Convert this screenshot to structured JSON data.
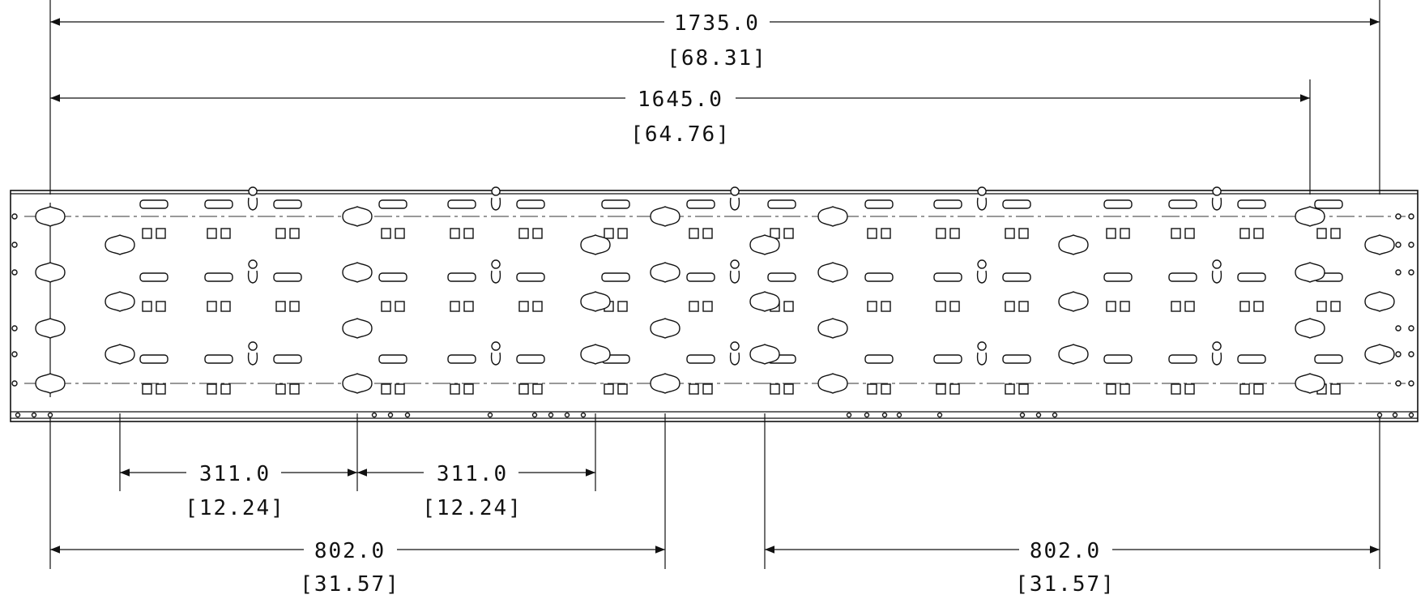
{
  "dimensions": {
    "overall_width": {
      "value": "1735.0",
      "inch": "[68.31]"
    },
    "mount_span": {
      "value": "1645.0",
      "inch": "[64.76]"
    },
    "spacing_a": {
      "value": "311.0",
      "inch": "[12.24]"
    },
    "spacing_b": {
      "value": "311.0",
      "inch": "[12.24]"
    },
    "offset_left": {
      "value": "802.0",
      "inch": "[31.57]"
    },
    "offset_right": {
      "value": "802.0",
      "inch": "[31.57]"
    }
  },
  "colors": {
    "ink": "#111111",
    "background": "#ffffff"
  }
}
